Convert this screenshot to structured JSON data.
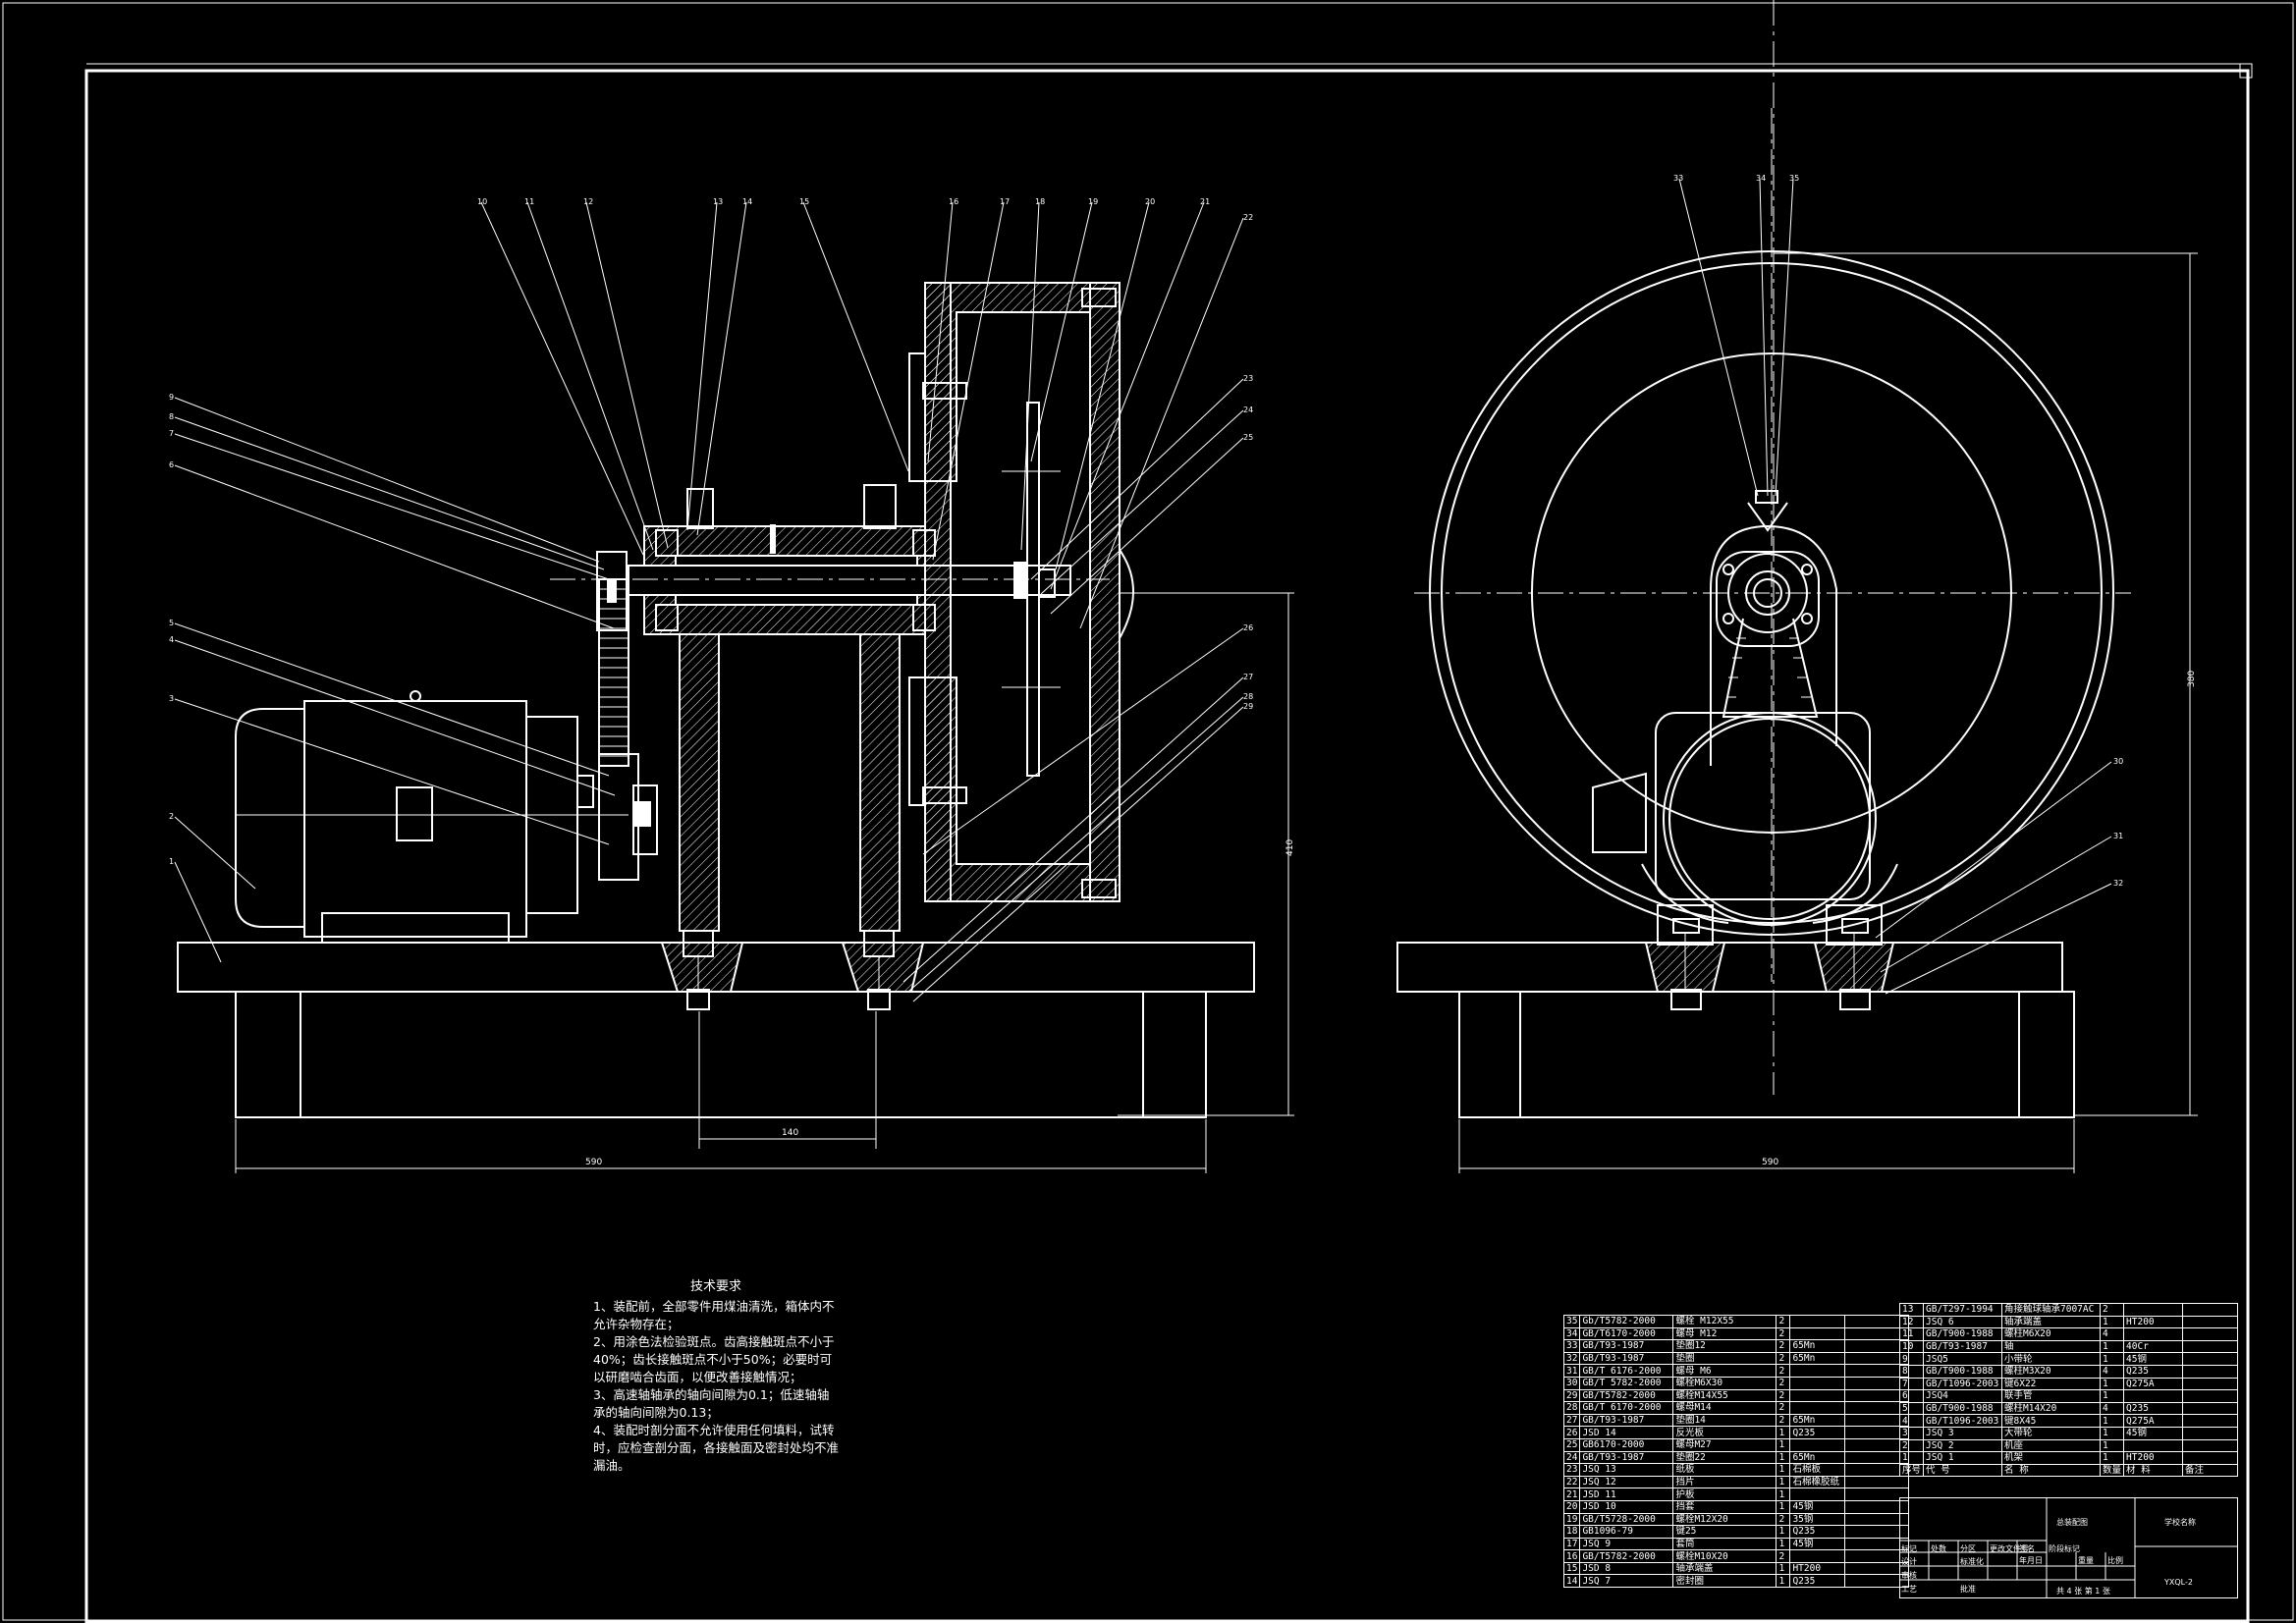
{
  "drawing": {
    "front_callouts": [
      "10",
      "11",
      "12",
      "13",
      "14",
      "15",
      "16",
      "17",
      "18",
      "19",
      "20",
      "21",
      "22",
      "23",
      "24",
      "25",
      "26",
      "27",
      "28",
      "29",
      "9",
      "8",
      "7",
      "6",
      "5",
      "4",
      "3",
      "2",
      "1"
    ],
    "side_callouts": [
      "30",
      "31",
      "32",
      "33",
      "34",
      "35"
    ],
    "dimension_labels": [
      "140",
      "590",
      "410",
      "380",
      "590"
    ]
  },
  "tech_notes": {
    "title": "技术要求",
    "lines": [
      "1、装配前，全部零件用煤油清洗，箱体内不允许杂物存在；",
      "2、用涂色法检验斑点。齿高接触斑点不小于40%；齿长接触斑点不小于50%；必要时可以研磨啮合齿面，以便改善接触情况；",
      "3、高速轴轴承的轴向间隙为0.1；低速轴轴承的轴向间隙为0.13；",
      "4、装配时剖分面不允许使用任何填料，试转时，应检查剖分面，各接触面及密封处均不准漏油。"
    ]
  },
  "bom_left": [
    [
      "35",
      "Gb/T5782-2000",
      "螺栓 M12X55",
      "2",
      ""
    ],
    [
      "34",
      "GB/T6170-2000",
      "螺母 M12",
      "2",
      ""
    ],
    [
      "33",
      "GB/T93-1987",
      "垫圈12",
      "2",
      "65Mn"
    ],
    [
      "32",
      "GB/T93-1987",
      "垫圈",
      "2",
      "65Mn"
    ],
    [
      "31",
      "GB/T 6176-2000",
      "螺母 M6",
      "2",
      ""
    ],
    [
      "30",
      "GB/T 5782-2000",
      "螺栓M6X30",
      "2",
      ""
    ],
    [
      "29",
      "GB/T5782-2000",
      "螺栓M14X55",
      "2",
      ""
    ],
    [
      "28",
      "GB/T 6170-2000",
      "螺母M14",
      "2",
      ""
    ],
    [
      "27",
      "GB/T93-1987",
      "垫圈14",
      "2",
      "65Mn"
    ],
    [
      "26",
      "JSD 14",
      "反光板",
      "1",
      "Q235"
    ],
    [
      "25",
      "GB6170-2000",
      "螺母M27",
      "1",
      ""
    ],
    [
      "24",
      "GB/T93-1987",
      "垫圈22",
      "1",
      "65Mn"
    ],
    [
      "23",
      "JSQ 13",
      "纸板",
      "1",
      "石棉板"
    ],
    [
      "22",
      "JSQ 12",
      "挡片",
      "1",
      "石棉橡胶纸"
    ],
    [
      "21",
      "JSD 11",
      "护板",
      "1",
      ""
    ],
    [
      "20",
      "JSD 10",
      "挡套",
      "1",
      "45钢"
    ],
    [
      "19",
      "GB/T5728-2000",
      "螺栓M12X20",
      "2",
      "35钢"
    ],
    [
      "18",
      "GB1096-79",
      "键25",
      "1",
      "Q235"
    ],
    [
      "17",
      "JSQ 9",
      "套筒",
      "1",
      "45钢"
    ],
    [
      "16",
      "GB/T5782-2000",
      "螺栓M10X20",
      "2",
      ""
    ],
    [
      "15",
      "JSD 8",
      "轴承端盖",
      "1",
      "HT200"
    ],
    [
      "14",
      "JSQ 7",
      "密封圈",
      "1",
      "Q235"
    ]
  ],
  "bom_right": [
    [
      "13",
      "GB/T297-1994",
      "角接触球轴承7007AC",
      "2",
      ""
    ],
    [
      "12",
      "JSQ 6",
      "轴承端盖",
      "1",
      "HT200"
    ],
    [
      "11",
      "GB/T900-1988",
      "螺柱M6X20",
      "4",
      ""
    ],
    [
      "10",
      "GB/T93-1987",
      "轴",
      "1",
      "40Cr"
    ],
    [
      "9",
      "JSQ5",
      "小带轮",
      "1",
      "45钢"
    ],
    [
      "8",
      "GB/T900-1988",
      "螺柱M3X20",
      "4",
      "Q235"
    ],
    [
      "7",
      "GB/T1096-2003",
      "键6X22",
      "1",
      "Q275A"
    ],
    [
      "6",
      "JSQ4",
      "联手管",
      "1",
      ""
    ],
    [
      "5",
      "GB/T900-1988",
      "螺柱M14X20",
      "4",
      "Q235"
    ],
    [
      "4",
      "GB/T1096-2003",
      "键8X45",
      "1",
      "Q275A"
    ],
    [
      "3",
      "JSQ 3",
      "大带轮",
      "1",
      "45钢"
    ],
    [
      "2",
      "JSQ 2",
      "机座",
      "1",
      ""
    ],
    [
      "1",
      "JSQ 1",
      "机架",
      "1",
      "HT200"
    ]
  ],
  "bom_header": {
    "no": "序号",
    "code": "代  号",
    "name": "名  称",
    "qty": "数量",
    "material": "材  料",
    "remark": "备注"
  },
  "title_block": {
    "drawing_no": "YXQL-2",
    "company": "学校名称",
    "sheet": "共 4 张 第 1 张",
    "part_name": "总装配图",
    "cells": [
      "标记",
      "处数",
      "分区",
      "更改文件号",
      "签名",
      "年月日",
      "设计",
      "标准化",
      "审核",
      "工艺",
      "批准",
      "阶段标记",
      "重量",
      "比例"
    ]
  }
}
